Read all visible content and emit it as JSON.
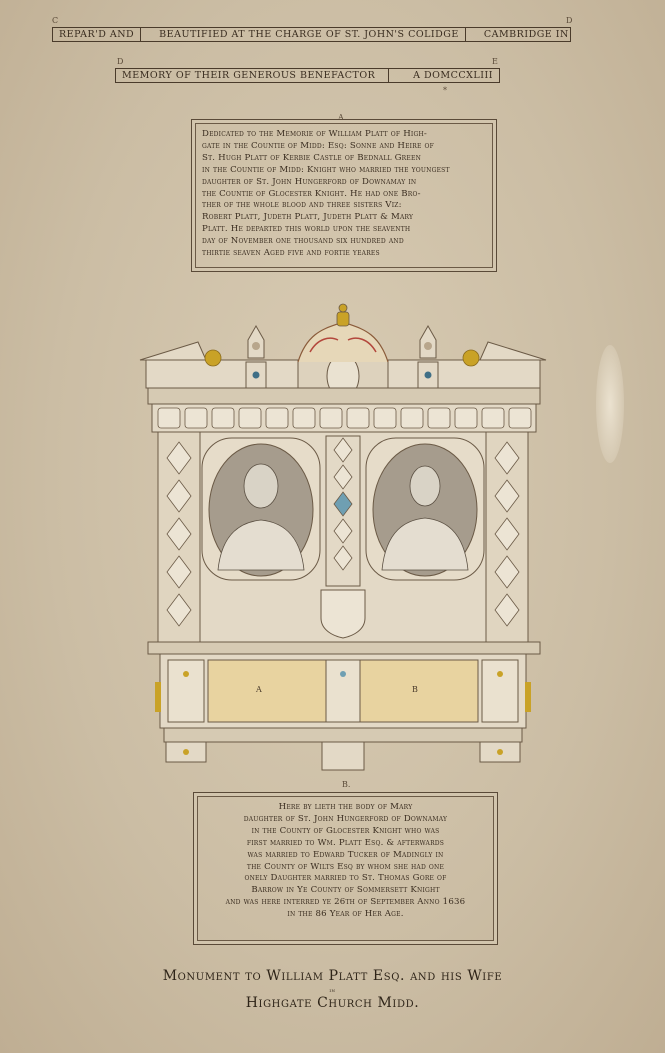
{
  "page_marks": {
    "c": "C",
    "d1": "D",
    "d2": "D",
    "e": "E",
    "a": "A.",
    "b": "B.",
    "star": "*"
  },
  "banner_top": {
    "part1": "Repar'd and",
    "part2": "Beautified at the Charge of St. John's Colidge",
    "part3": "Cambridge in"
  },
  "banner_second": {
    "part1": "Memory of their Generous Benefactor",
    "part2": "A Domccxliii"
  },
  "inscription_a": {
    "lines": [
      "Dedicated to the Memorie of William Platt of High-",
      "gate in the Countie of Midd: Esq: Sonne and Heire of",
      "St. Hugh Platt of Kerbie Castle of Bednall Green",
      "in the Countie of Midd: Knight who married the youngest",
      "daughter of St. John Hungerford of Downamay in",
      "the Countie of Glocester Knight. He had one Bro-",
      "ther of the whole blood and three sisters Viz:",
      "Robert Platt, Judeth Platt, Judeth Platt & Mary",
      "Platt. He departed this world upon the seaventh",
      "day of November one thousand six hundred and",
      "thirtie seaven Aged five and fortie yeares"
    ]
  },
  "monument": {
    "label_a": "A",
    "label_b": "B",
    "colors": {
      "stone": "#e3d9c6",
      "stone_dark": "#c9bca4",
      "outline": "#6b5a46",
      "gold": "#c9a227",
      "blue": "#6f9fb2",
      "red": "#b3473c",
      "tablet": "#e8d3a0",
      "niche": "#a69c8d"
    },
    "icons": [
      "bust-man-icon",
      "bust-woman-icon",
      "shield-icon",
      "urn-icon",
      "cartouche-icon"
    ]
  },
  "inscription_b": {
    "lines": [
      "Here by lieth the body of Mary",
      "daughter of St. John Hungerford of Downamay",
      "in the County of Glocester Knight who was",
      "first married to Wm. Platt Esq. & afterwards",
      "was married to Edward Tucker of Madingly in",
      "the County of Wilts Esq by whom she had one",
      "onely Daughter married to St. Thomas Gore of",
      "Barrow in Ye County of Sommersett Knight",
      "and was here interred ye 26th of September Anno 1636",
      "in the 86 Year of Her Age."
    ]
  },
  "caption": {
    "line1": "Monument to William Platt Esq. and his Wife",
    "in_word": "in",
    "line2": "Highgate Church Midd."
  }
}
